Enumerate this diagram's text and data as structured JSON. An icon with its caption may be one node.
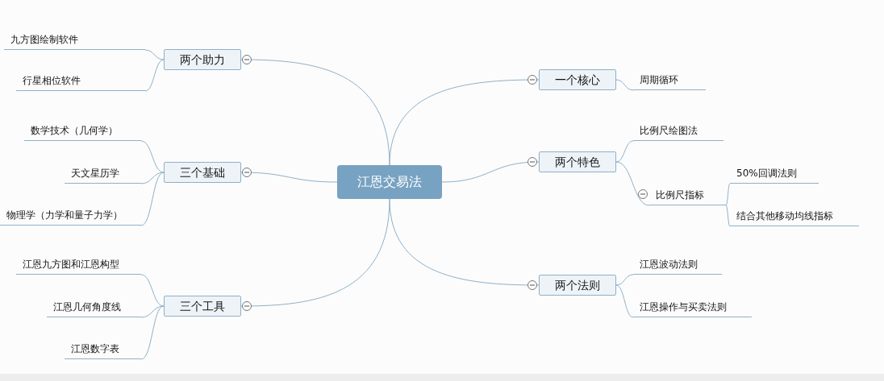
{
  "diagram": {
    "nodes": [
      {
        "text": [
          "江恩交易法"
        ]
      },
      {
        "text": [
          "两个助力"
        ]
      },
      {
        "text": [
          "九方图绘制软件"
        ]
      },
      {
        "text": [
          "行星相位软件"
        ]
      },
      {
        "text": [
          "三个基础"
        ]
      },
      {
        "text": [
          "数学技术（几何学）"
        ]
      },
      {
        "text": [
          "天文星历学"
        ]
      },
      {
        "text": [
          "物理学（力学和量子力学）"
        ]
      },
      {
        "text": [
          "三个工具"
        ]
      },
      {
        "text": [
          "江恩九方图和江恩构型"
        ]
      },
      {
        "text": [
          "江恩几何角度线"
        ]
      },
      {
        "text": [
          "江恩数字表"
        ]
      },
      {
        "text": [
          "一个核心"
        ]
      },
      {
        "text": [
          "周期循环"
        ]
      },
      {
        "text": [
          "两个特色"
        ]
      },
      {
        "text": [
          "比例尺绘图法"
        ]
      },
      {
        "text": [
          "比例尺指标"
        ]
      },
      {
        "text": [
          "50%回调法则"
        ]
      },
      {
        "text": [
          "结合其他移动均线指标"
        ]
      },
      {
        "text": [
          "两个法则"
        ]
      },
      {
        "text": [
          "江恩波动法则"
        ]
      },
      {
        "text": [
          "江恩操作与买卖法则"
        ]
      }
    ],
    "edges": [
      {
        "from": 0,
        "to": 1,
        "arrow": "none"
      },
      {
        "from": 1,
        "to": 2,
        "arrow": "none"
      },
      {
        "from": 1,
        "to": 3,
        "arrow": "none"
      },
      {
        "from": 0,
        "to": 4,
        "arrow": "none"
      },
      {
        "from": 4,
        "to": 5,
        "arrow": "none"
      },
      {
        "from": 4,
        "to": 6,
        "arrow": "none"
      },
      {
        "from": 4,
        "to": 7,
        "arrow": "none"
      },
      {
        "from": 0,
        "to": 8,
        "arrow": "none"
      },
      {
        "from": 8,
        "to": 9,
        "arrow": "none"
      },
      {
        "from": 8,
        "to": 10,
        "arrow": "none"
      },
      {
        "from": 8,
        "to": 11,
        "arrow": "none"
      },
      {
        "from": 0,
        "to": 12,
        "arrow": "none"
      },
      {
        "from": 12,
        "to": 13,
        "arrow": "none"
      },
      {
        "from": 0,
        "to": 14,
        "arrow": "none"
      },
      {
        "from": 14,
        "to": 15,
        "arrow": "none"
      },
      {
        "from": 14,
        "to": 16,
        "arrow": "none"
      },
      {
        "from": 16,
        "to": 17,
        "arrow": "none"
      },
      {
        "from": 16,
        "to": 18,
        "arrow": "none"
      },
      {
        "from": 0,
        "to": 19,
        "arrow": "none"
      },
      {
        "from": 19,
        "to": 20,
        "arrow": "none"
      },
      {
        "from": 19,
        "to": 21,
        "arrow": "none"
      }
    ]
  }
}
